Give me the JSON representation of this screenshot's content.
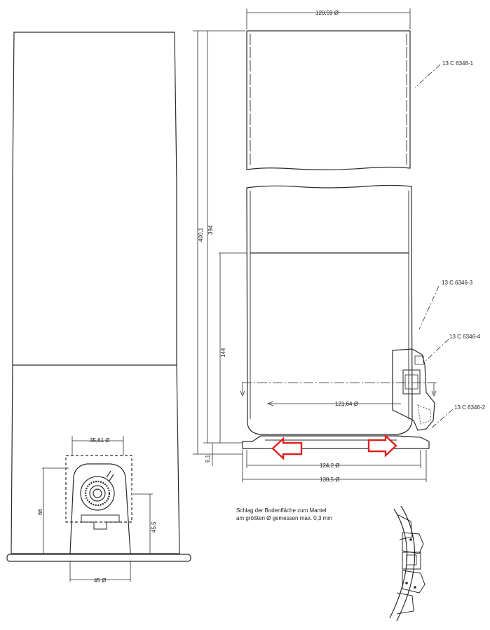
{
  "dimensions": {
    "top_diameter": "120,59 Ø",
    "total_height": "400,1",
    "inner_height": "394",
    "lower_height": "144",
    "bottom_offset": "6,1",
    "inner_diameter": "121,64 Ø",
    "bottom_inner_diameter": "124,2 Ø",
    "bottom_outer_diameter": "138,5 Ø",
    "socket_top_width": "35,61 Ø",
    "socket_height": "66",
    "socket_side_height": "45,5",
    "socket_base_width": "45 Ø"
  },
  "parts": {
    "part_1": "13 C 6346-1",
    "part_3": "13 C 6346-3",
    "part_4": "13 C 6346-4",
    "part_2": "13 C 6346-2"
  },
  "note": {
    "line1": "Schlag der Bodenfläche zum Mantel",
    "line2": "am größten Ø gemessen max. 0,3 mm"
  },
  "colors": {
    "line": "#2a2a2a",
    "arrow": "#e02020"
  }
}
